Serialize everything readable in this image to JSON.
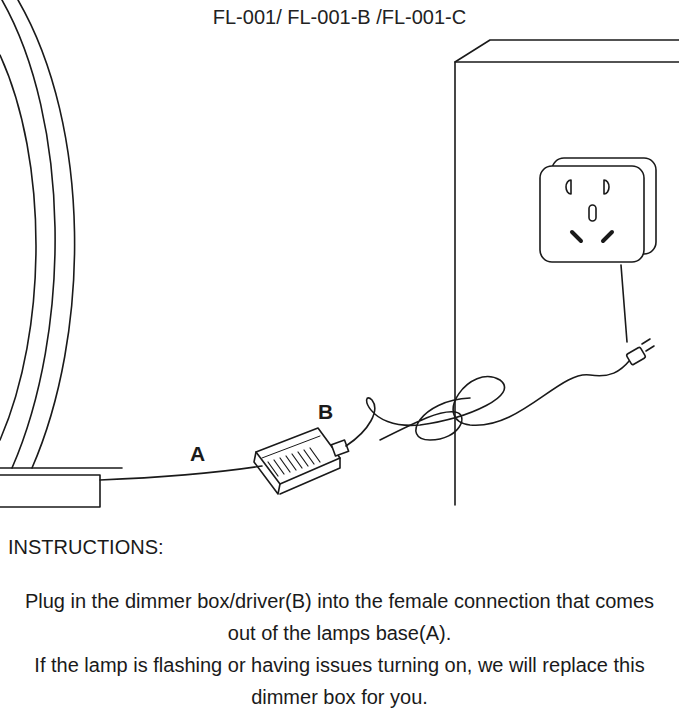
{
  "diagram": {
    "title": "FL-001/ FL-001-B /FL-001-C",
    "labels": [
      "A",
      "B",
      "INSTRUCTIONS:",
      "Plug in the dimmer box/driver(B) into the female connection that comes out of the lamps base(A).",
      "If the lamp is flashing or having issues turning on, we will replace this dimmer box for you."
    ]
  }
}
